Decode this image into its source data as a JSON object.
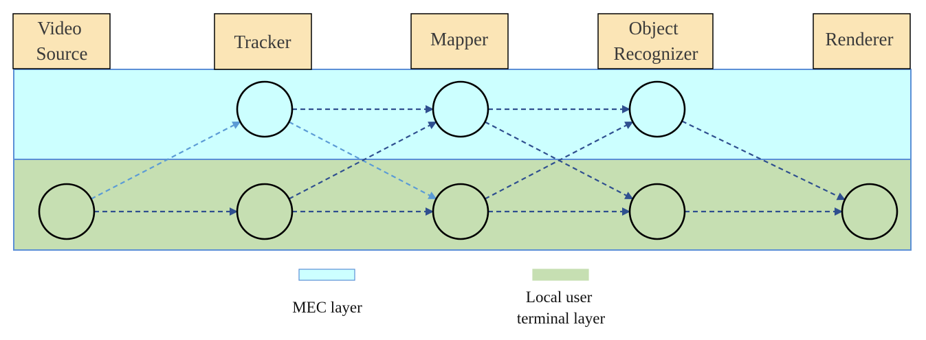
{
  "stages": [
    {
      "label_lines": [
        "Video",
        "Source"
      ]
    },
    {
      "label_lines": [
        "Tracker"
      ]
    },
    {
      "label_lines": [
        "Mapper"
      ]
    },
    {
      "label_lines": [
        "Object",
        "Recognizer"
      ]
    },
    {
      "label_lines": [
        "Renderer"
      ]
    }
  ],
  "layers": {
    "mec": {
      "color": "#ccffff",
      "border": "#5b8fd6"
    },
    "local": {
      "color": "#c6dfb2",
      "border": "#5b8fd6"
    }
  },
  "legend": {
    "mec_label": "MEC layer",
    "local_label_lines": [
      "Local user",
      "terminal layer"
    ]
  },
  "colors": {
    "edge_dark": "#2f4f8f",
    "edge_light": "#5b9bd5",
    "label_box": "#fbe5b6"
  },
  "nodes": [
    {
      "id": "vs-local",
      "stage": 0,
      "layer": "local"
    },
    {
      "id": "tr-mec",
      "stage": 1,
      "layer": "mec"
    },
    {
      "id": "tr-local",
      "stage": 1,
      "layer": "local"
    },
    {
      "id": "mp-mec",
      "stage": 2,
      "layer": "mec"
    },
    {
      "id": "mp-local",
      "stage": 2,
      "layer": "local"
    },
    {
      "id": "or-mec",
      "stage": 3,
      "layer": "mec"
    },
    {
      "id": "or-local",
      "stage": 3,
      "layer": "local"
    },
    {
      "id": "rd-local",
      "stage": 4,
      "layer": "local"
    }
  ],
  "edges": [
    {
      "from": "vs-local",
      "to": "tr-mec",
      "style": "light"
    },
    {
      "from": "vs-local",
      "to": "tr-local",
      "style": "dark"
    },
    {
      "from": "tr-mec",
      "to": "mp-mec",
      "style": "dark"
    },
    {
      "from": "tr-mec",
      "to": "mp-local",
      "style": "light"
    },
    {
      "from": "tr-local",
      "to": "mp-mec",
      "style": "dark"
    },
    {
      "from": "tr-local",
      "to": "mp-local",
      "style": "dark"
    },
    {
      "from": "mp-mec",
      "to": "or-mec",
      "style": "dark"
    },
    {
      "from": "mp-mec",
      "to": "or-local",
      "style": "dark"
    },
    {
      "from": "mp-local",
      "to": "or-mec",
      "style": "dark"
    },
    {
      "from": "mp-local",
      "to": "or-local",
      "style": "dark"
    },
    {
      "from": "or-mec",
      "to": "rd-local",
      "style": "dark"
    },
    {
      "from": "or-local",
      "to": "rd-local",
      "style": "dark"
    }
  ]
}
